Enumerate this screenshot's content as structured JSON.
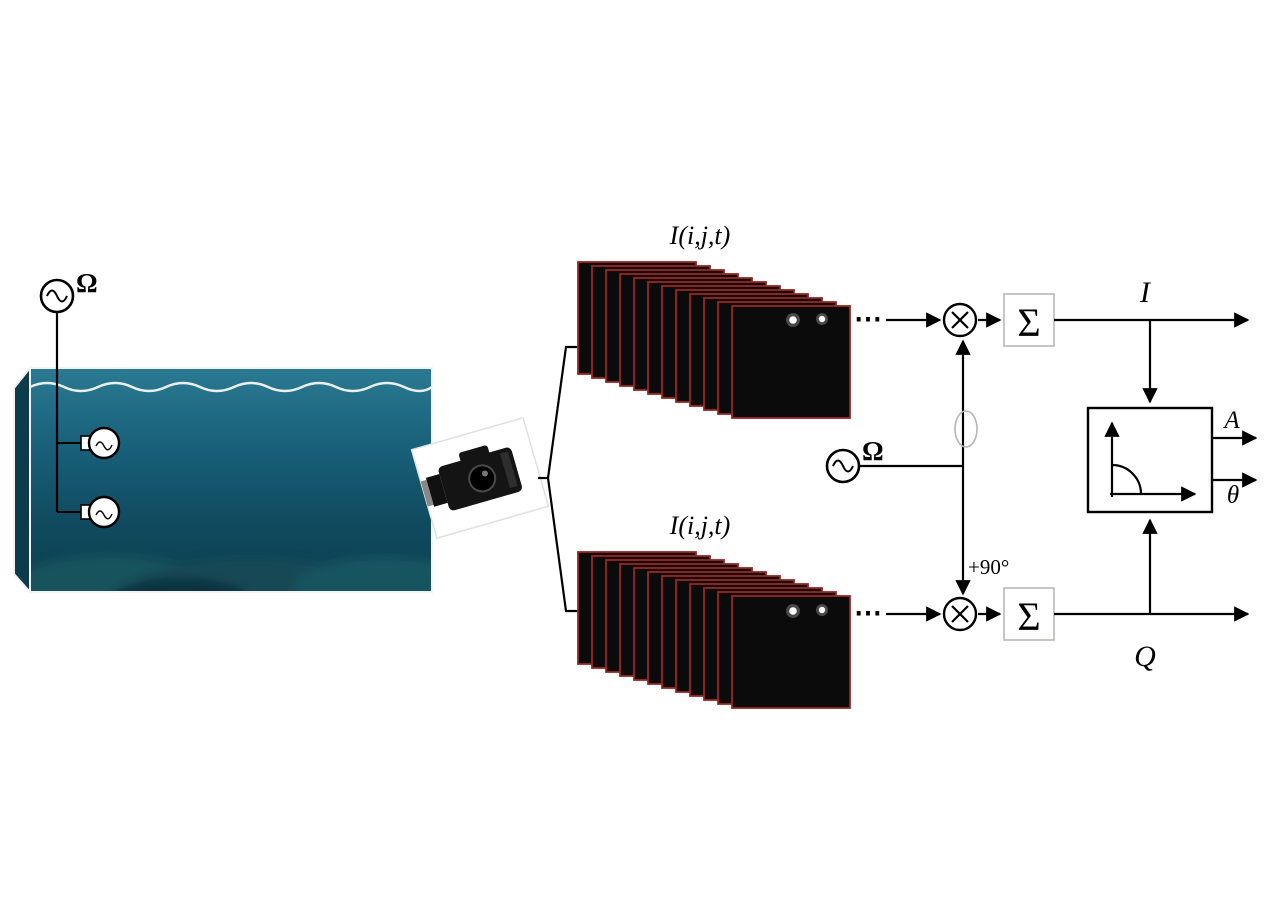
{
  "figure": {
    "background": "#ffffff",
    "source": {
      "omega": "Ω"
    },
    "lo": {
      "omega": "Ω",
      "phase_shift": "+90°"
    },
    "stacks": {
      "top_label": "I(i,j,t)",
      "bottom_label": "I(i,j,t)",
      "ellipsis": "⋯",
      "frame_count": 12,
      "frame_fill": "#0b0b0b",
      "frame_border": "#9e2420"
    },
    "mixers": {
      "symbol": "⊗"
    },
    "integrators": {
      "symbol": "Σ"
    },
    "outputs": {
      "in_phase": "I",
      "quadrature": "Q",
      "amplitude": "A",
      "phase": "θ"
    },
    "tank": {
      "water_top": "#2a7a92",
      "water_bottom": "#0d3f50"
    }
  }
}
